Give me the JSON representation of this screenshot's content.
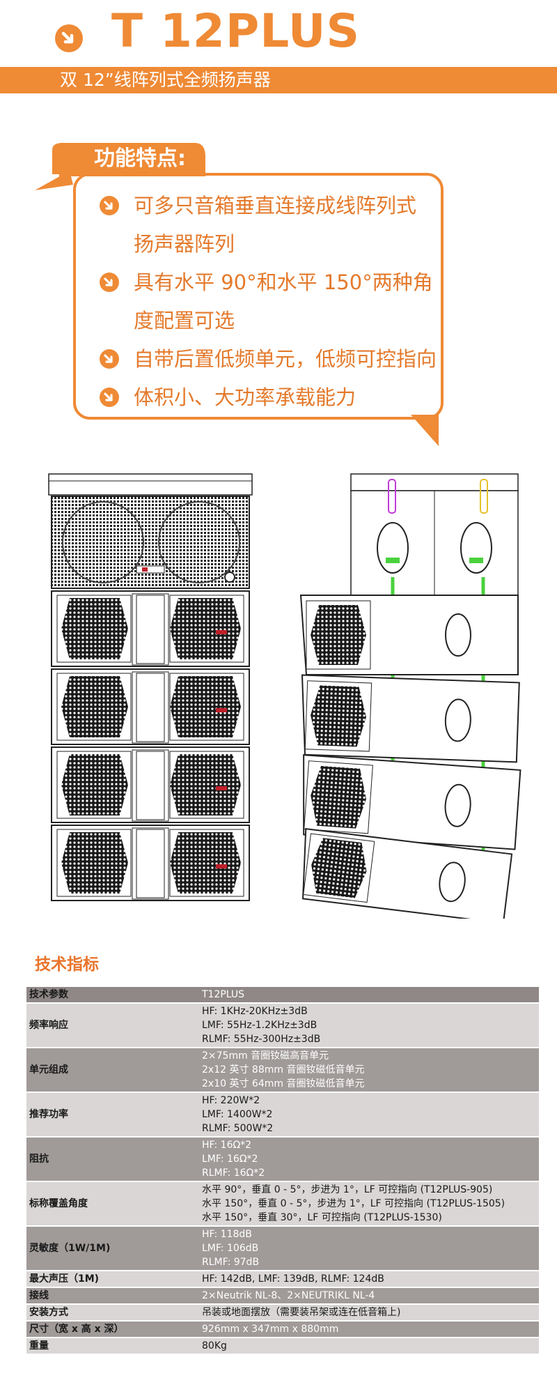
{
  "header": {
    "title": "T 12PLUS",
    "subtitle": "双 12”线阵列式全频扬声器",
    "icon": "arrow-down-right-circle-icon",
    "accent_color": "#ef8a35"
  },
  "features": {
    "title": "功能特点:",
    "items": [
      {
        "line1": "可多只音箱垂直连接成线阵列式",
        "line2": "扬声器阵列"
      },
      {
        "line1": "具有水平 90°和水平 150°两种角",
        "line2": "度配置可选"
      },
      {
        "line1": "自带后置低频单元，低频可控指向",
        "line2": ""
      },
      {
        "line1": "体积小、大功率承载能力",
        "line2": ""
      }
    ]
  },
  "specs": {
    "heading": "技术指标",
    "rows": [
      {
        "label": "技术参数",
        "lines": [
          "T12PLUS"
        ]
      },
      {
        "label": "频率响应",
        "lines": [
          "HF: 1KHz-20KHz±3dB",
          "LMF: 55Hz-1.2KHz±3dB",
          "RLMF: 55Hz-300Hz±3dB"
        ]
      },
      {
        "label": "单元组成",
        "lines": [
          "2×75mm 音圈钕磁高音单元",
          "2x12 英寸 88mm 音圈钕磁低音单元",
          "2x10 英寸 64mm 音圈钕磁低音单元"
        ]
      },
      {
        "label": "推荐功率",
        "lines": [
          "HF: 220W*2",
          "LMF: 1400W*2",
          "RLMF: 500W*2"
        ]
      },
      {
        "label": "阻抗",
        "lines": [
          "HF: 16Ω*2",
          "LMF: 16Ω*2",
          "RLMF: 16Ω*2"
        ]
      },
      {
        "label": "标称覆盖角度",
        "lines": [
          "水平 90°，垂直 0 - 5°，步进为 1°，LF 可控指向 (T12PLUS-905)",
          "水平 150°，垂直 0 - 5°，步进为 1°，LF 可控指向 (T12PLUS-1505)",
          "水平 150°，垂直 30°，LF 可控指向 (T12PLUS-1530)"
        ]
      },
      {
        "label": "灵敏度（1W/1M)",
        "lines": [
          "HF: 118dB",
          "LMF: 106dB",
          "RLMF: 97dB"
        ]
      },
      {
        "label": "最大声压（1M)",
        "lines": [
          "HF: 142dB, LMF: 139dB, RLMF: 124dB"
        ]
      },
      {
        "label": "接线",
        "lines": [
          "2×Neutrik NL-8、2×NEUTRIKL NL-4"
        ]
      },
      {
        "label": "安装方式",
        "lines": [
          "吊装或地面摆放（需要装吊架或连在低音箱上)"
        ]
      },
      {
        "label": "尺寸（宽 x 高 x 深）",
        "lines": [
          "926mm x 347mm x 880mm"
        ]
      },
      {
        "label": "重量",
        "lines": [
          "80Kg"
        ]
      }
    ]
  }
}
